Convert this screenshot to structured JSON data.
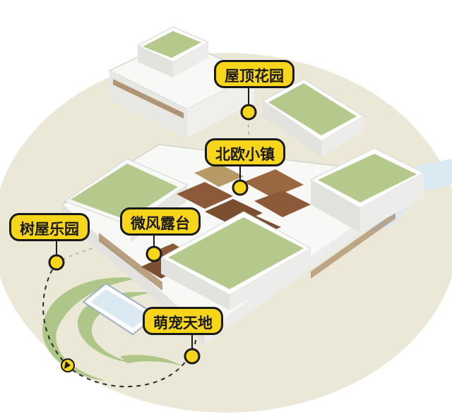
{
  "labels": {
    "rooftop_garden": "屋顶花园",
    "nordic_town": "北欧小镇",
    "treehouse_park": "树屋乐园",
    "breeze_terrace": "微风露台",
    "pet_world": "萌宠天地"
  },
  "colors": {
    "callout_fill": "#f6d51a",
    "callout_border": "#1a1a1a",
    "ground": "#ece8d7",
    "roof_green": "#b5c98d",
    "building_white": "#f8f8f6",
    "wood": "#8c5a38",
    "water": "#dbe9f3",
    "swirl_green": "#a8c37f"
  }
}
